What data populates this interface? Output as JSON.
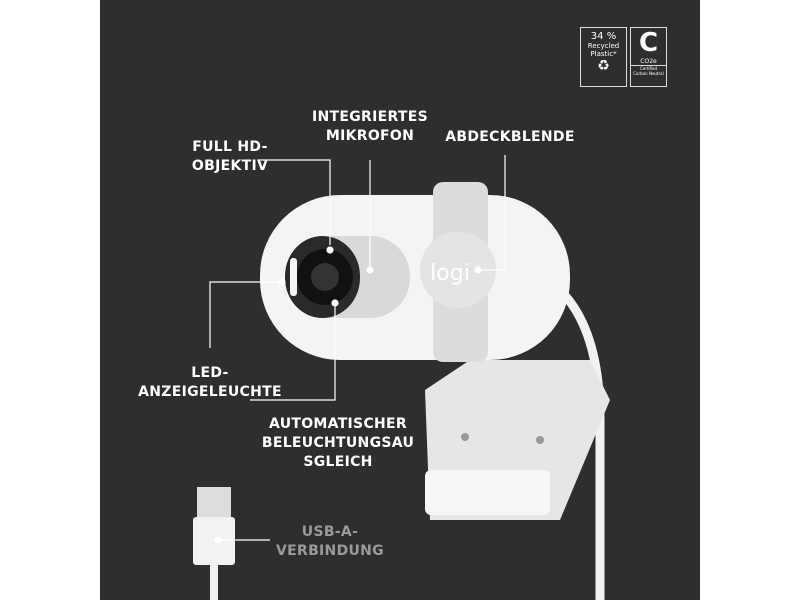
{
  "badges": {
    "recycled_percent": "34 %",
    "recycled_label_1": "Recycled",
    "recycled_label_2": "Plastic*",
    "co2_symbol": "CO2e",
    "certified_1": "Certified",
    "certified_2": "Carbon Neutral"
  },
  "brand": "logi",
  "labels": {
    "lens_1": "FULL HD-",
    "lens_2": "OBJEKTIV",
    "mic_1": "INTEGRIERTES",
    "mic_2": "MIKROFON",
    "shutter": "ABDECKBLENDE",
    "led_1": "LED-",
    "led_2": "ANZEIGELEUCHTE",
    "light_1": "AUTOMATISCHER",
    "light_2": "BELEUCHTUNGSAU",
    "light_3": "SGLEICH",
    "usb_1": "USB-A-",
    "usb_2": "VERBINDUNG"
  }
}
